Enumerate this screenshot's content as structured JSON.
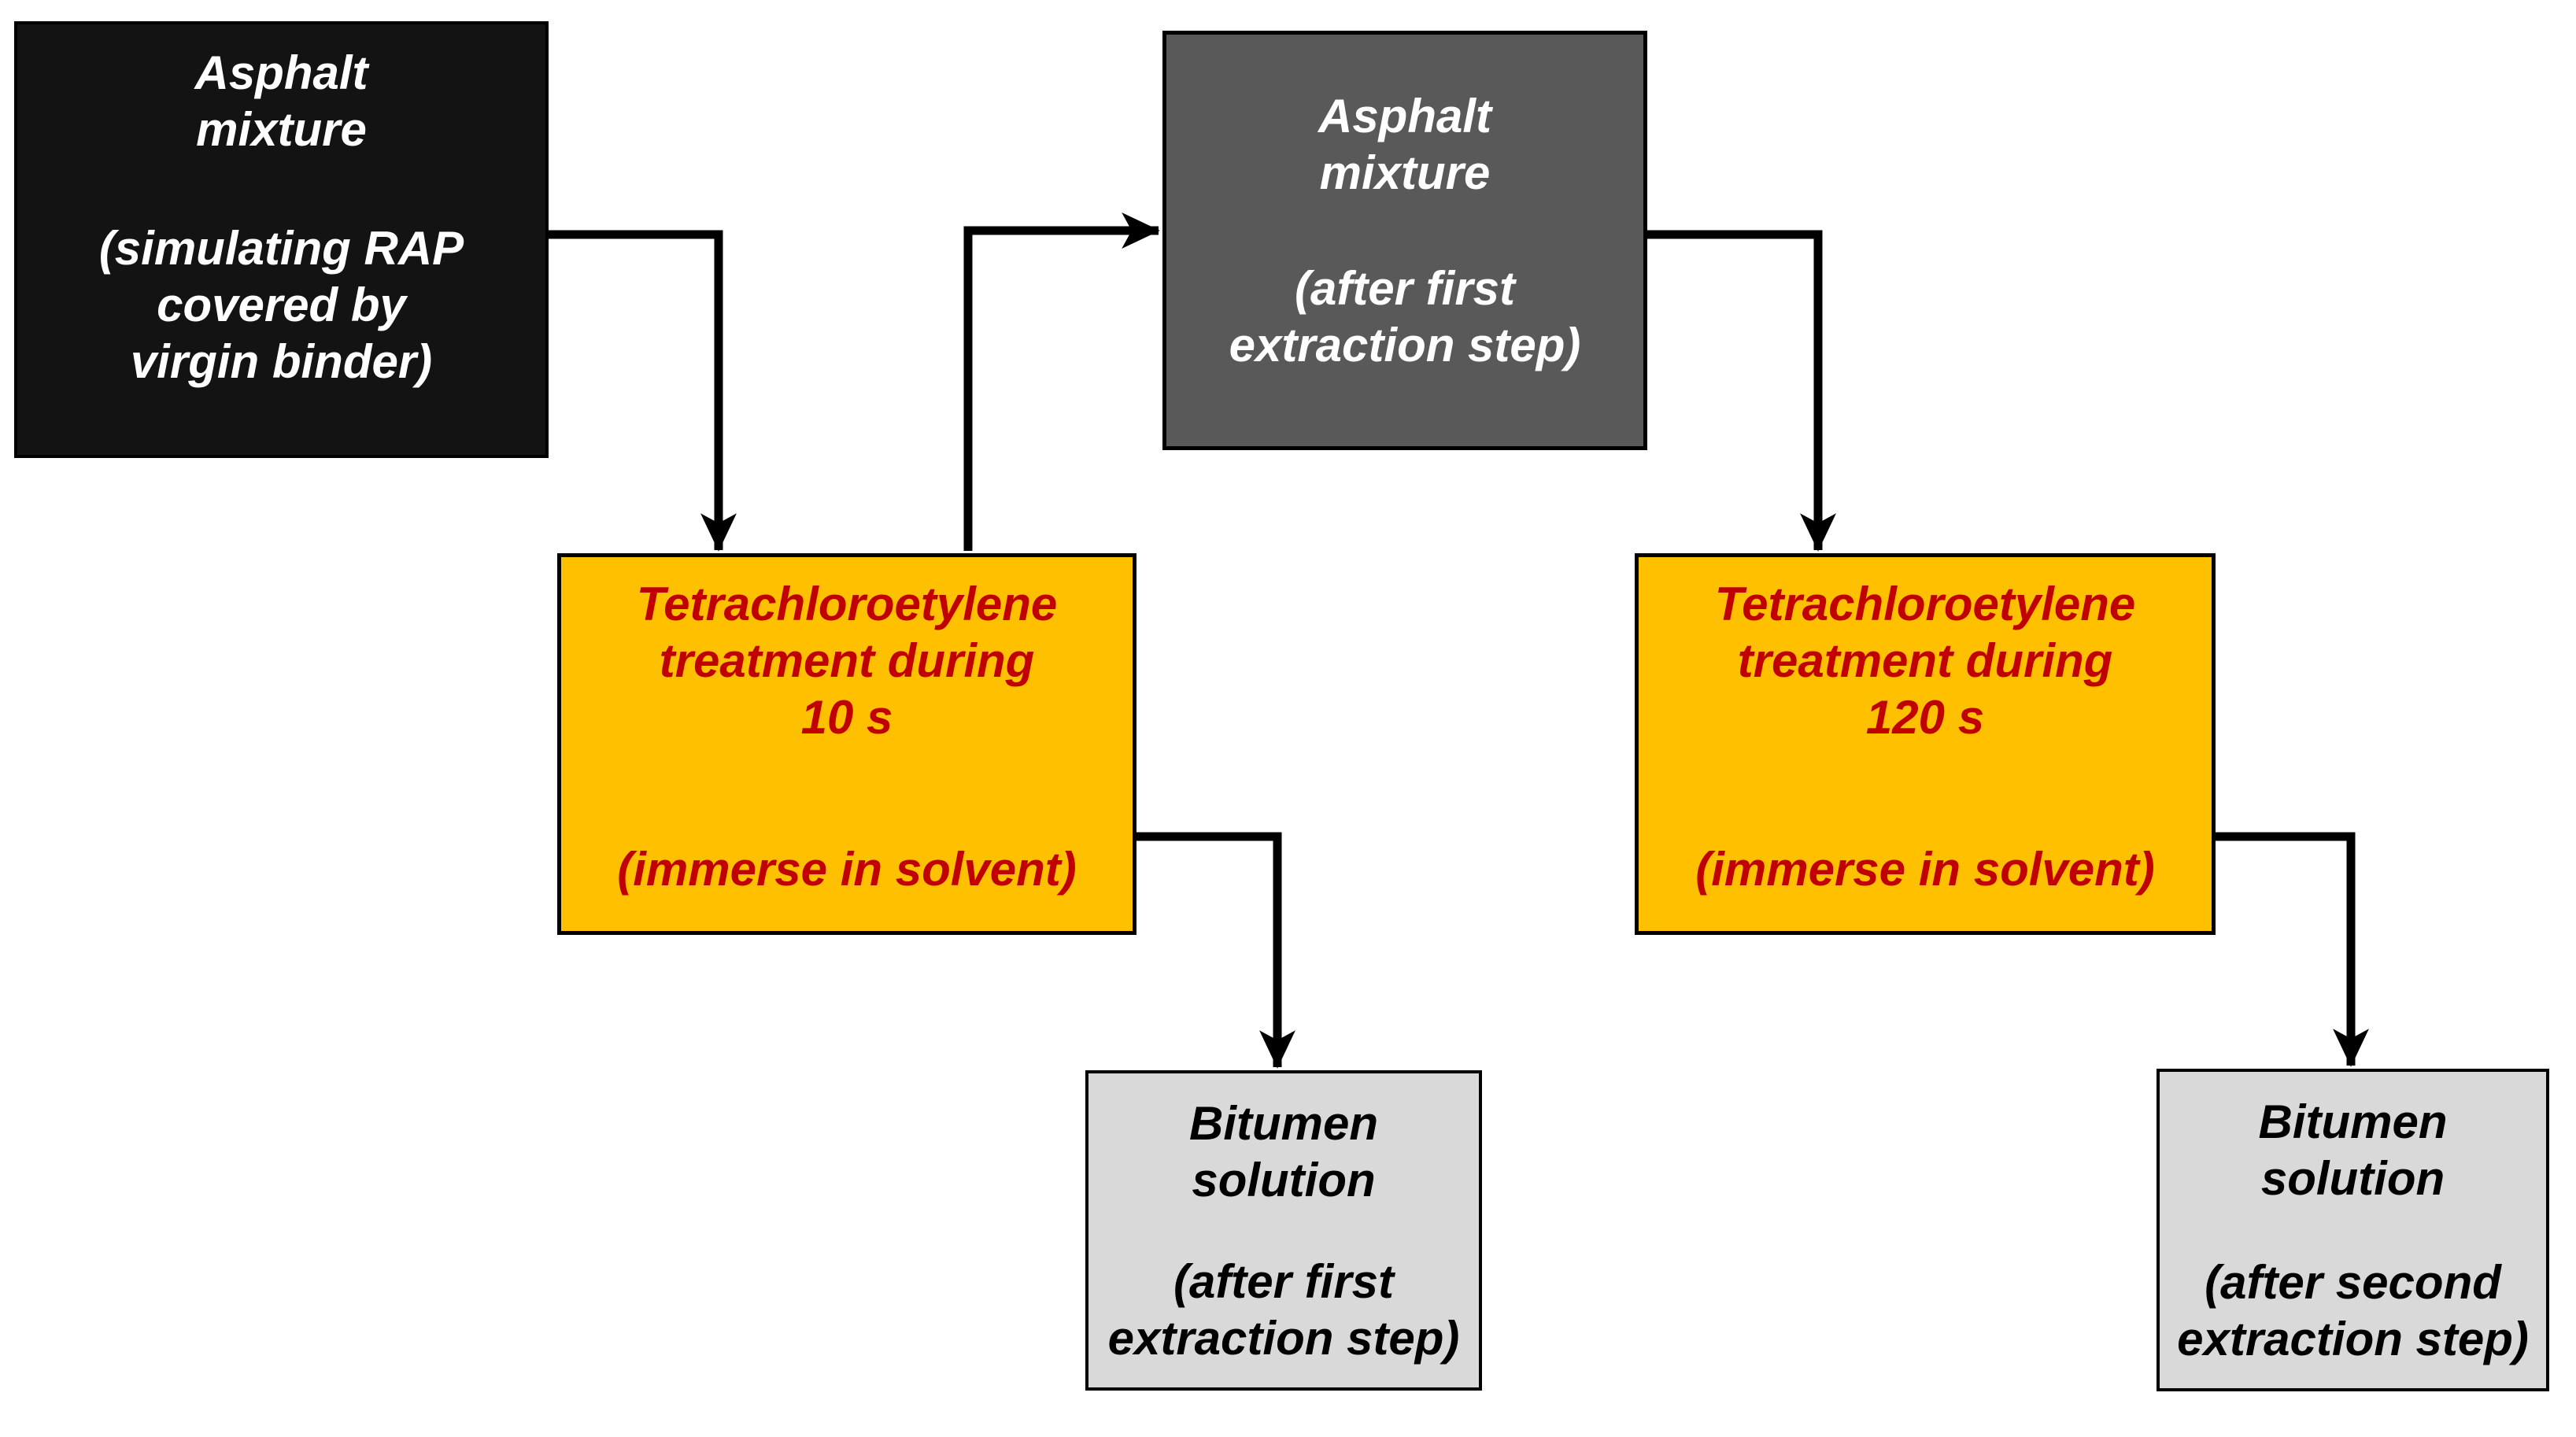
{
  "diagram": {
    "description": "Two-step tetrachloroetylene extraction flowchart",
    "colors": {
      "background": "#ffffff",
      "box_black_fill": "#131313",
      "box_dark_gray_fill": "#595959",
      "box_orange_fill": "#FFC000",
      "box_light_gray_fill": "#D9D9D9",
      "text_white": "#ffffff",
      "text_red": "#C00000",
      "text_black": "#000000",
      "line_black": "#000000"
    },
    "nodes": [
      {
        "id": "asphalt-mixture-initial",
        "title": "Asphalt\nmixture",
        "subtitle": "(simulating RAP\ncovered by\nvirgin binder)"
      },
      {
        "id": "asphalt-mixture-after-first-extraction",
        "title": "Asphalt\nmixture",
        "subtitle": "(after first\nextraction step)"
      },
      {
        "id": "tetrachloroetylene-treatment-10s",
        "title": "Tetrachloroetylene\ntreatment during\n10 s",
        "subtitle": "(immerse in solvent)"
      },
      {
        "id": "tetrachloroetylene-treatment-120s",
        "title": "Tetrachloroetylene\ntreatment during\n120 s",
        "subtitle": "(immerse in solvent)"
      },
      {
        "id": "bitumen-solution-first",
        "title": "Bitumen\nsolution",
        "subtitle": "(after first\nextraction step)"
      },
      {
        "id": "bitumen-solution-second",
        "title": "Bitumen\nsolution",
        "subtitle": "(after second\nextraction step)"
      }
    ],
    "edges": [
      {
        "from": "asphalt-mixture-initial",
        "to": "tetrachloroetylene-treatment-10s"
      },
      {
        "from": "tetrachloroetylene-treatment-10s",
        "to": "asphalt-mixture-after-first-extraction"
      },
      {
        "from": "asphalt-mixture-after-first-extraction",
        "to": "tetrachloroetylene-treatment-120s"
      },
      {
        "from": "tetrachloroetylene-treatment-10s",
        "to": "bitumen-solution-first"
      },
      {
        "from": "tetrachloroetylene-treatment-120s",
        "to": "bitumen-solution-second"
      }
    ]
  }
}
